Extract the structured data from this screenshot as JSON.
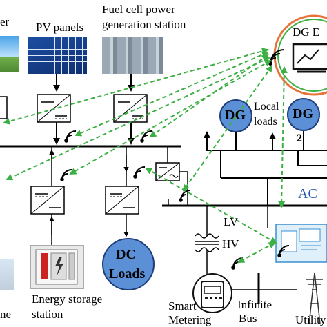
{
  "labels": {
    "wind_partial": "er",
    "pv_panels": "PV panels",
    "fuel_cell_line1": "Fuel cell power",
    "fuel_cell_line2": "generation station",
    "dg_ems_partial": "DG E",
    "dg_left": "DG",
    "dg_right": "DG",
    "dg_number": "2",
    "local_loads_line1": "Local",
    "local_loads_line2": "loads",
    "ac_partial": "AC",
    "lv": "LV",
    "hv": "HV",
    "dc_loads_line1": "DC",
    "dc_loads_line2": "Loads",
    "energy_storage_line1": "Energy storage",
    "energy_storage_line2": "station",
    "smart_metering_line1": "Smart",
    "smart_metering_line2": "Metering",
    "infinite_bus_line1": "Infinite",
    "infinite_bus_line2": "Bus",
    "utility_partial": "Utility",
    "home_partial": "ne"
  },
  "colors": {
    "dg_circle_fill": "#5b8fd6",
    "comm_link": "#3cb043",
    "ems_ring": "#e8743b",
    "ac_label": "#2456a8",
    "line": "#000000"
  }
}
